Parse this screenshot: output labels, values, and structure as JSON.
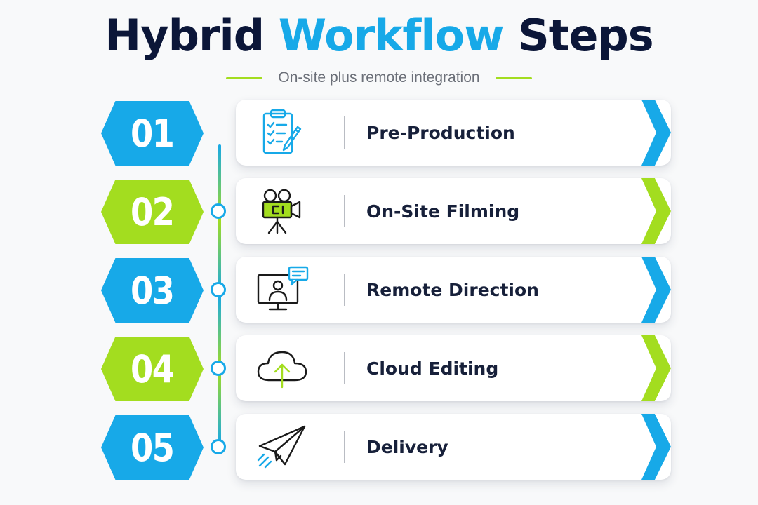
{
  "header": {
    "title_part1": "Hybrid",
    "title_part2": "Workflow",
    "title_part3": "Steps",
    "subtitle": "On-site plus remote integration"
  },
  "colors": {
    "blue": "#17a9e8",
    "green": "#a3dd1f",
    "navy": "#0b1638"
  },
  "steps": [
    {
      "number": "01",
      "label": "Pre-Production",
      "icon": "clipboard-checklist-icon",
      "color": "blue"
    },
    {
      "number": "02",
      "label": "On-Site Filming",
      "icon": "film-camera-icon",
      "color": "green"
    },
    {
      "number": "03",
      "label": "Remote Direction",
      "icon": "monitor-chat-icon",
      "color": "blue"
    },
    {
      "number": "04",
      "label": "Cloud Editing",
      "icon": "cloud-upload-icon",
      "color": "green"
    },
    {
      "number": "05",
      "label": "Delivery",
      "icon": "paper-plane-icon",
      "color": "blue"
    }
  ]
}
